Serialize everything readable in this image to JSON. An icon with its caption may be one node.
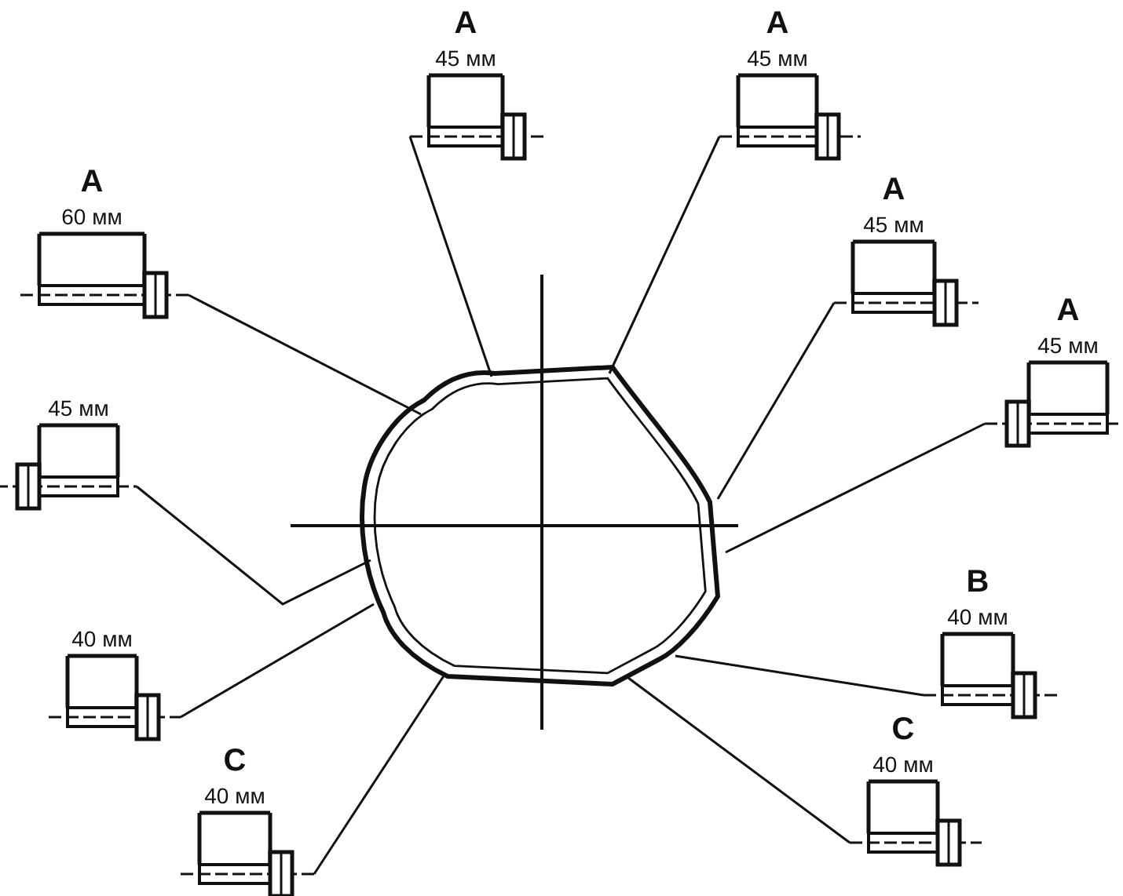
{
  "diagram": {
    "nodes": [
      {
        "text": [
          "А",
          "60 мм"
        ]
      },
      {
        "text": [
          "А",
          "45 мм"
        ]
      },
      {
        "text": [
          "А",
          "45 мм"
        ]
      },
      {
        "text": [
          "А",
          "45 мм"
        ]
      },
      {
        "text": [
          "А",
          "45 мм"
        ]
      },
      {
        "text": [
          "45 мм"
        ]
      },
      {
        "text": [
          "40 мм"
        ]
      },
      {
        "text": [
          "В",
          "40 мм"
        ]
      },
      {
        "text": [
          "С",
          "40 мм"
        ]
      },
      {
        "text": [
          "С",
          "40 мм"
        ]
      }
    ],
    "edges": [
      {
        "from": 0,
        "to": null,
        "arrow": "none"
      },
      {
        "from": 1,
        "to": null,
        "arrow": "none"
      },
      {
        "from": 2,
        "to": null,
        "arrow": "none"
      },
      {
        "from": 3,
        "to": null,
        "arrow": "none"
      },
      {
        "from": 4,
        "to": null,
        "arrow": "none"
      },
      {
        "from": 5,
        "to": null,
        "arrow": "none"
      },
      {
        "from": 6,
        "to": null,
        "arrow": "none"
      },
      {
        "from": 7,
        "to": null,
        "arrow": "none"
      },
      {
        "from": 8,
        "to": null,
        "arrow": "none"
      },
      {
        "from": 9,
        "to": null,
        "arrow": "none"
      }
    ]
  }
}
